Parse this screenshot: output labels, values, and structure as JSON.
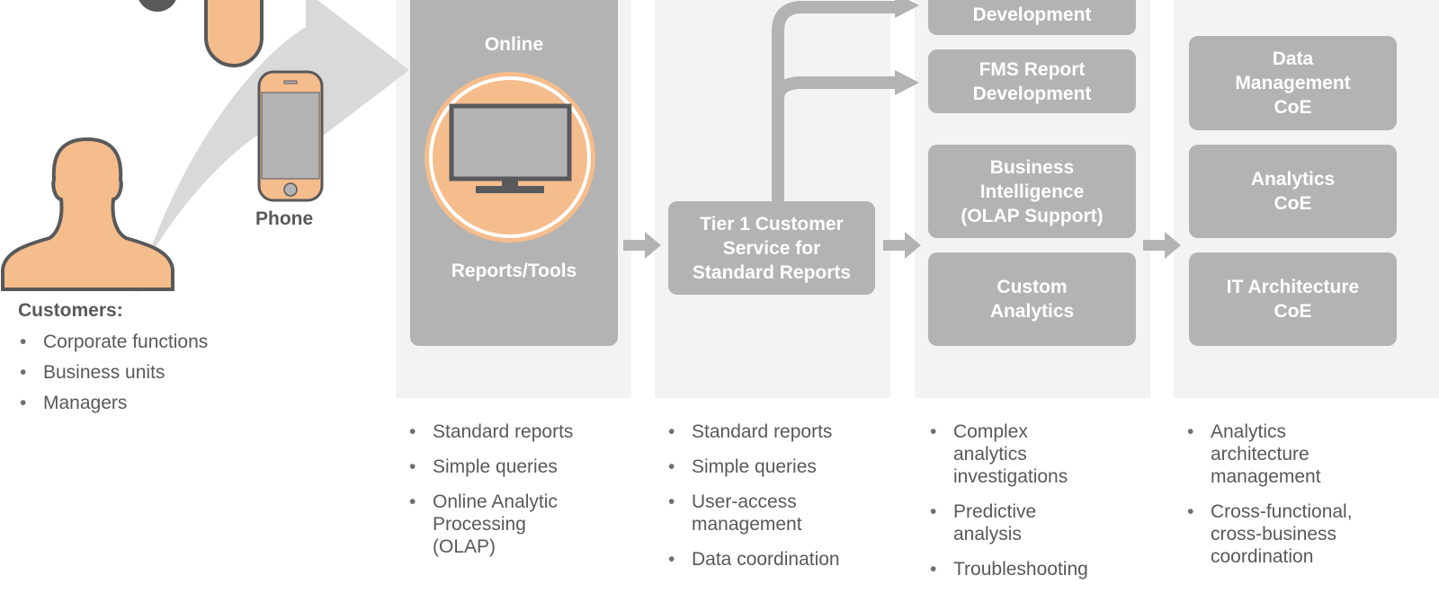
{
  "left": {
    "phone_label": "Phone",
    "customers_title": "Customers:",
    "customers": [
      "Corporate functions",
      "Business units",
      "Managers"
    ]
  },
  "col1": {
    "online_label": "Online",
    "reports_label": "Reports/Tools",
    "bullets": [
      "Standard reports",
      "Simple queries",
      "Online Analytic\nProcessing\n(OLAP)"
    ]
  },
  "col2": {
    "tier1_label": "Tier 1 Customer\nService for\nStandard Reports",
    "bullets": [
      "Standard reports",
      "Simple queries",
      "User-access\nmanagement",
      "Data coordination"
    ]
  },
  "col3": {
    "boxes": [
      "Development",
      "FMS Report\nDevelopment",
      "Business\nIntelligence\n(OLAP Support)",
      "Custom\nAnalytics"
    ],
    "bullets": [
      "Complex\nanalytics\ninvestigations",
      "Predictive\nanalysis",
      "Troubleshooting"
    ]
  },
  "col4": {
    "boxes": [
      "Data\nManagement\nCoE",
      "Analytics\nCoE",
      "IT Architecture\nCoE"
    ],
    "bullets": [
      "Analytics\narchitecture\nmanagement",
      "Cross-functional,\ncross-business\ncoordination"
    ]
  },
  "colors": {
    "box": "#b3b3b3",
    "bg": "#f3f3f3",
    "orange": "#f5bc8c",
    "outline": "#58595b"
  }
}
